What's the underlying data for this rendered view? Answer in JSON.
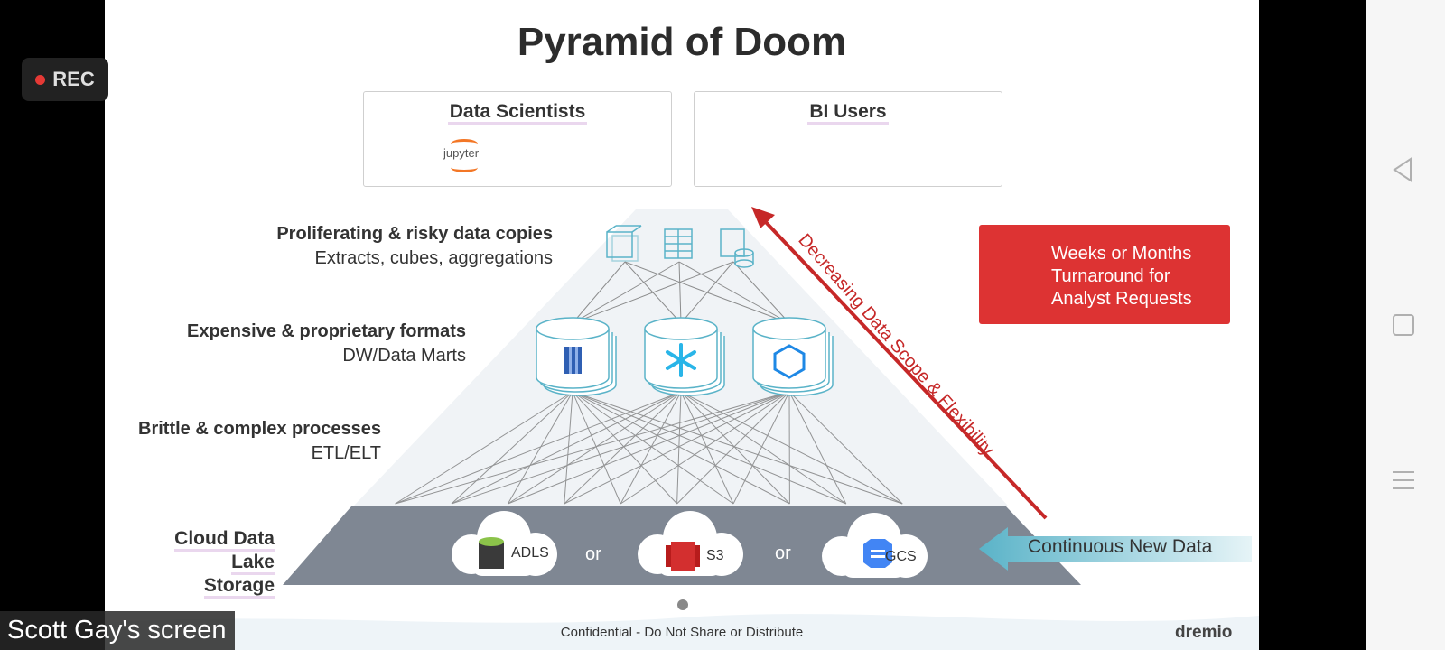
{
  "recording": {
    "label": "REC"
  },
  "screen_share": {
    "label": "Scott Gay's screen"
  },
  "slide": {
    "title": "Pyramid of Doom",
    "data_scientists": {
      "label": "Data Scientists",
      "tools": [
        "jupyter"
      ]
    },
    "bi_users": {
      "label": "BI Users"
    },
    "layers": [
      {
        "heading": "Proliferating & risky data copies",
        "sub": "Extracts, cubes, aggregations"
      },
      {
        "heading": "Expensive & proprietary formats",
        "sub": "DW/Data Marts"
      },
      {
        "heading": "Brittle & complex processes",
        "sub": "ETL/ELT"
      }
    ],
    "lake": {
      "line1": "Cloud Data",
      "line2": "Lake Storage"
    },
    "storage": [
      {
        "label": "ADLS"
      },
      {
        "label": "S3"
      },
      {
        "label": "GCS"
      }
    ],
    "or_label": "or",
    "arrow_label": "Decreasing Data Scope & Flexibility",
    "turnaround": {
      "text": "Weeks or Months Turnaround for Analyst Requests"
    },
    "new_data": "Continuous New Data",
    "footer": "Confidential - Do Not Share or Distribute",
    "brand": "dremio"
  },
  "colors": {
    "accent_red": "#dd3333",
    "lake_gray": "#7f8793",
    "teal": "#4fb6c9",
    "arrow_cyan": "#4fb6c9"
  }
}
